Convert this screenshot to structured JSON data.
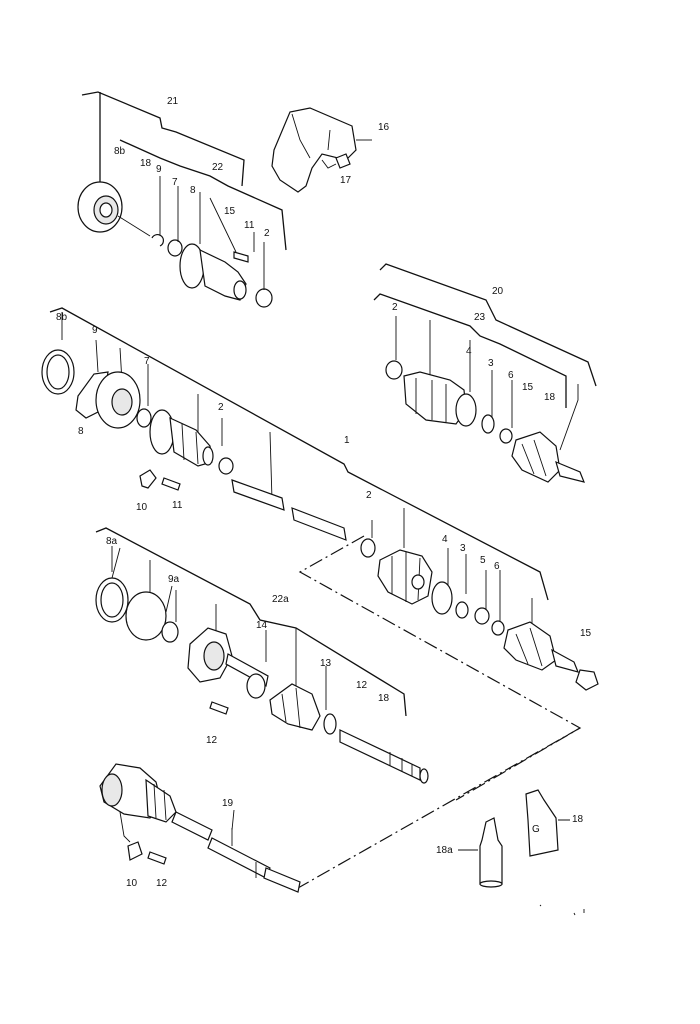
{
  "diagram": {
    "labels": {
      "l21": "21",
      "l16": "16",
      "l8b_top": "8b",
      "l18_top": "18",
      "l9_top": "9",
      "l22": "22",
      "l7_top": "7",
      "l8_top": "8",
      "l15_top": "15",
      "l11_top": "11",
      "l2_top": "2",
      "l17": "17",
      "l20": "20",
      "l23": "23",
      "l2_r": "2",
      "l4_r": "4",
      "l3_r": "3",
      "l6_r": "6",
      "l15_r": "15",
      "l18_r": "18",
      "l8b_mid": "8b",
      "l9_mid": "9",
      "l7_mid": "7",
      "l8_mid": "8",
      "l2_mid": "2",
      "l1": "1",
      "l10_mid": "10",
      "l11_mid": "11",
      "l2_c": "2",
      "l4_c": "4",
      "l3_c": "3",
      "l5_c": "5",
      "l6_c": "6",
      "l15_c": "15",
      "l8a": "8a",
      "l9a": "9a",
      "l22a": "22a",
      "l14": "14",
      "l13": "13",
      "l12_a": "12",
      "l18_a": "18",
      "l12_b": "12",
      "l19": "19",
      "l10_bot": "10",
      "l12_bot": "12",
      "l18a": "18a",
      "l18_g": "18",
      "tube_text": "G"
    }
  }
}
